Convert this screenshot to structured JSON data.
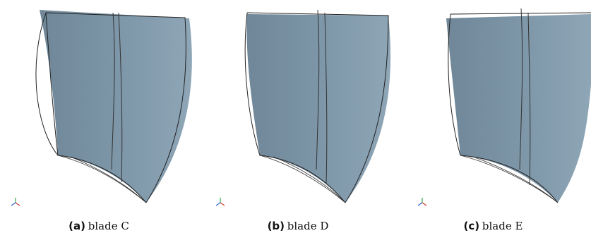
{
  "figure": {
    "panels": [
      {
        "tag": "(a)",
        "name": "blade C"
      },
      {
        "tag": "(b)",
        "name": "blade D"
      },
      {
        "tag": "(c)",
        "name": "blade E"
      }
    ]
  },
  "colors": {
    "blade_fill": "#7e97a9",
    "blade_outline": "#222222",
    "axis_x": "#d63a2e",
    "axis_y": "#2fa84a",
    "axis_z": "#2f5ccc"
  }
}
